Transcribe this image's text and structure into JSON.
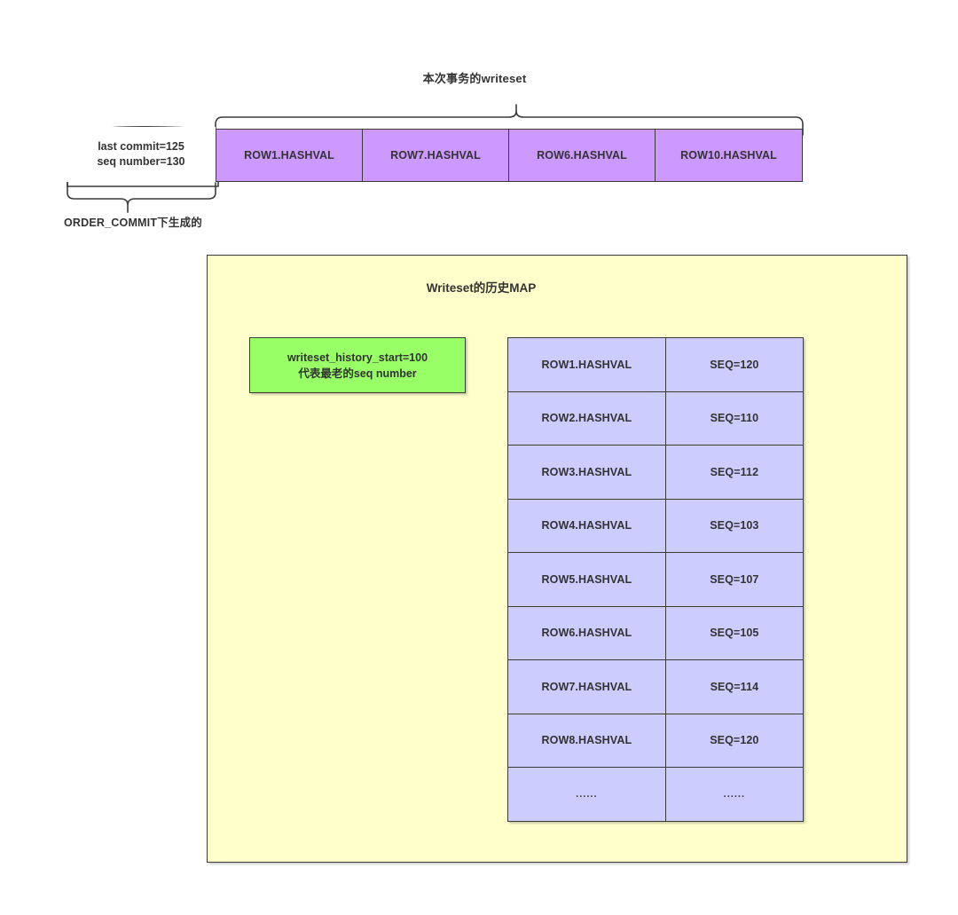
{
  "writeset_section": {
    "title": "本次事务的writeset",
    "commit_meta": {
      "last_commit": "last commit=125",
      "seq_number": "seq number=130"
    },
    "order_commit_label": "ORDER_COMMIT下生成的",
    "cells": [
      "ROW1.HASHVAL",
      "ROW7.HASHVAL",
      "ROW6.HASHVAL",
      "ROW10.HASHVAL"
    ]
  },
  "history_map": {
    "title": "Writeset的历史MAP",
    "history_start_note": {
      "line1": "writeset_history_start=100",
      "line2": "代表最老的seq number"
    },
    "rows": [
      {
        "hash": "ROW1.HASHVAL",
        "seq": "SEQ=120"
      },
      {
        "hash": "ROW2.HASHVAL",
        "seq": "SEQ=110"
      },
      {
        "hash": "ROW3.HASHVAL",
        "seq": "SEQ=112"
      },
      {
        "hash": "ROW4.HASHVAL",
        "seq": "SEQ=103"
      },
      {
        "hash": "ROW5.HASHVAL",
        "seq": "SEQ=107"
      },
      {
        "hash": "ROW6.HASHVAL",
        "seq": "SEQ=105"
      },
      {
        "hash": "ROW7.HASHVAL",
        "seq": "SEQ=114"
      },
      {
        "hash": "ROW8.HASHVAL",
        "seq": "SEQ=120"
      },
      {
        "hash": "......",
        "seq": "......"
      }
    ]
  },
  "colors": {
    "writeset_cell": "#cc99ff",
    "panel_background": "#ffffcc",
    "history_start_box": "#99ff66",
    "map_cell": "#ccccff",
    "stroke": "#3b3b3b",
    "text": "#333333"
  }
}
